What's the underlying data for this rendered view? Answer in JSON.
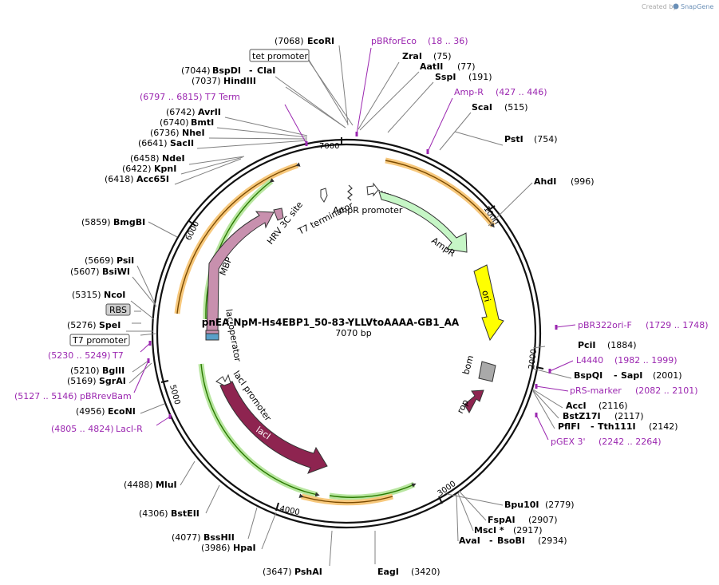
{
  "credit": {
    "text": "Created by",
    "brand": "SnapGene"
  },
  "plasmid": {
    "name": "pnEA-NpM-Hs4EBP1_50-83-YLLVtoAAAA-GB1_AA",
    "size": "7070 bp"
  },
  "ticks": [
    "1000",
    "2000",
    "3000",
    "4000",
    "5000",
    "6000",
    "7000"
  ],
  "features": {
    "ampr_promoter": "AmpR promoter",
    "ampr": "AmpR",
    "ori": "ori",
    "bom": "bom",
    "rop": "rop",
    "laci": "lacI",
    "laci_promoter": "lacI promoter",
    "lac_operator": "lac operator",
    "mbp": "MBP",
    "hrv": "HRV 3C site",
    "t7_terminator": "T7 terminator"
  },
  "boxed": {
    "tet": "tet promoter",
    "rbs": "RBS",
    "t7p": "T7 promoter"
  },
  "sites_right": [
    {
      "name": "EcoRI",
      "pos": "(7068)",
      "name_first": false
    },
    {
      "name": "ZraI",
      "pos": "(75)",
      "name_first": true
    },
    {
      "name": "AatII",
      "pos": "(77)",
      "name_first": true
    },
    {
      "name": "SspI",
      "pos": "(191)",
      "name_first": true
    },
    {
      "name": "ScaI",
      "pos": "(515)",
      "name_first": true
    },
    {
      "name": "PstI",
      "pos": "(754)",
      "name_first": true
    },
    {
      "name": "AhdI",
      "pos": "(996)",
      "name_first": true
    },
    {
      "name": "PciI",
      "pos": "(1884)",
      "name_first": true
    },
    {
      "name": "BspQI",
      "name2": "SapI",
      "pos": "(2001)",
      "name_first": true
    },
    {
      "name": "AccI",
      "pos": "(2116)",
      "name_first": true
    },
    {
      "name": "BstZ17I",
      "pos": "(2117)",
      "name_first": true
    },
    {
      "name": "PflFI",
      "name2": "Tth111I",
      "pos": "(2142)",
      "name_first": true
    },
    {
      "name": "Bpu10I",
      "pos": "(2779)",
      "name_first": true
    },
    {
      "name": "FspAI",
      "pos": "(2907)",
      "name_first": true
    },
    {
      "name": "MscI *",
      "pos": "(2917)",
      "name_first": true
    },
    {
      "name": "AvaI",
      "name2": "BsoBI",
      "pos": "(2934)",
      "name_first": true
    },
    {
      "name": "EagI",
      "pos": "(3420)",
      "name_first": true
    }
  ],
  "sites_left": [
    {
      "name": "BspDI",
      "name2": "ClaI",
      "pos": "(7044)"
    },
    {
      "name": "HindIII",
      "pos": "(7037)"
    },
    {
      "name": "AvrII",
      "pos": "(6742)"
    },
    {
      "name": "BmtI",
      "pos": "(6740)"
    },
    {
      "name": "NheI",
      "pos": "(6736)"
    },
    {
      "name": "SacII",
      "pos": "(6641)"
    },
    {
      "name": "NdeI",
      "pos": "(6458)"
    },
    {
      "name": "KpnI",
      "pos": "(6422)"
    },
    {
      "name": "Acc65I",
      "pos": "(6418)"
    },
    {
      "name": "BmgBI",
      "pos": "(5859)"
    },
    {
      "name": "PsiI",
      "pos": "(5669)"
    },
    {
      "name": "BsiWI",
      "pos": "(5607)"
    },
    {
      "name": "NcoI",
      "pos": "(5315)"
    },
    {
      "name": "SpeI",
      "pos": "(5276)"
    },
    {
      "name": "BglII",
      "pos": "(5210)"
    },
    {
      "name": "SgrAI",
      "pos": "(5169)"
    },
    {
      "name": "EcoNI",
      "pos": "(4956)"
    },
    {
      "name": "MluI",
      "pos": "(4488)"
    },
    {
      "name": "BstEII",
      "pos": "(4306)"
    },
    {
      "name": "BssHII",
      "pos": "(4077)"
    },
    {
      "name": "HpaI",
      "pos": "(3986)"
    },
    {
      "name": "PshAI",
      "pos": "(3647)"
    }
  ],
  "primers": [
    {
      "name": "pBRforEco",
      "range": "(18 .. 36)"
    },
    {
      "name": "Amp-R",
      "range": "(427 .. 446)"
    },
    {
      "name": "pBR322ori-F",
      "range": "(1729 .. 1748)"
    },
    {
      "name": "L4440",
      "range": "(1982 .. 1999)"
    },
    {
      "name": "pRS-marker",
      "range": "(2082 .. 2101)"
    },
    {
      "name": "pGEX 3'",
      "range": "(2242 .. 2264)"
    },
    {
      "name": "T7 Term",
      "range": "(6797 .. 6815)"
    },
    {
      "name": "T7",
      "range": "(5230 .. 5249)"
    },
    {
      "name": "pBRrevBam",
      "range": "(5127 .. 5146)"
    },
    {
      "name": "LacI-R",
      "range": "(4805 .. 4824)"
    }
  ],
  "colors": {
    "backbone": "#111111",
    "primer": "#9b27b0",
    "ampr": "#c6f6c6",
    "ori": "#ffff00",
    "bom": "#a9a9a9",
    "laci": "#8e2450",
    "mbp": "#c890ae",
    "orf_orange": "#f7c87c",
    "orf_green": "#b8e6a0",
    "leader": "#808080"
  },
  "icons": {
    "promoter": "promoter-arrow-icon",
    "terminator": "terminator-icon"
  }
}
